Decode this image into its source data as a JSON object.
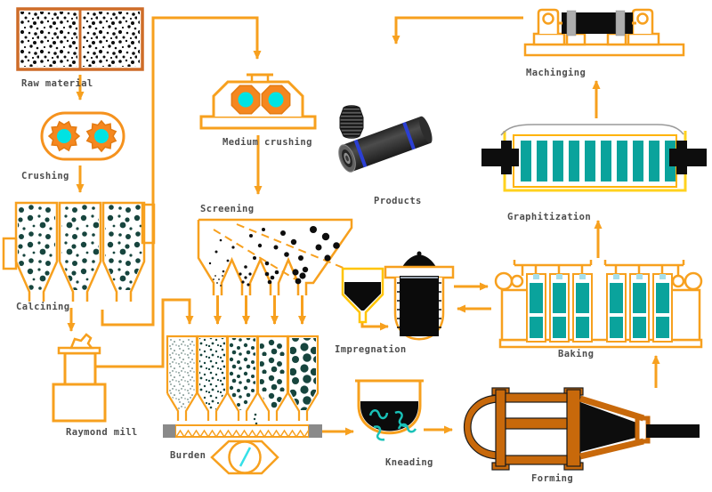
{
  "diagram": {
    "stages": [
      {
        "id": "raw-material",
        "label": "Raw material"
      },
      {
        "id": "crushing",
        "label": "Crushing"
      },
      {
        "id": "calcining",
        "label": "Calcining"
      },
      {
        "id": "raymond-mill",
        "label": "Raymond mill"
      },
      {
        "id": "medium-crushing",
        "label": "Medium crushing"
      },
      {
        "id": "screening",
        "label": "Screening"
      },
      {
        "id": "burden",
        "label": "Burden"
      },
      {
        "id": "kneading",
        "label": "Kneading"
      },
      {
        "id": "forming",
        "label": "Forming"
      },
      {
        "id": "baking",
        "label": "Baking"
      },
      {
        "id": "impregnation",
        "label": "Impregnation"
      },
      {
        "id": "graphitization",
        "label": "Graphitization"
      },
      {
        "id": "machinging",
        "label": "Machinging"
      },
      {
        "id": "products",
        "label": "Products"
      }
    ],
    "arrows": [
      {
        "from": "Raw material",
        "to": "Crushing"
      },
      {
        "from": "Crushing",
        "to": "Calcining"
      },
      {
        "from": "Calcining",
        "to": "Raymond mill"
      },
      {
        "from": "Calcining",
        "to": "Medium crushing"
      },
      {
        "from": "Medium crushing",
        "to": "Screening"
      },
      {
        "from": "Screening",
        "to": "Burden",
        "lines": 4
      },
      {
        "from": "Raymond mill",
        "to": "Burden"
      },
      {
        "from": "Burden",
        "to": "Kneading"
      },
      {
        "from": "Kneading",
        "to": "Forming"
      },
      {
        "from": "Forming",
        "to": "Baking"
      },
      {
        "from": "Baking",
        "to": "Impregnation"
      },
      {
        "from": "Impregnation",
        "to": "Baking"
      },
      {
        "from": "Baking",
        "to": "Graphitization"
      },
      {
        "from": "Graphitization",
        "to": "Machinging"
      },
      {
        "from": "Machinging",
        "to": "Products"
      }
    ],
    "colors": {
      "line_orange": "#F7A01E",
      "box_brown": "#CE6C28",
      "machine_orange": "#F5871F",
      "cyan": "#00E3E3",
      "teal_bar": "#0AA39C",
      "dark_teal_dots": "#17453E",
      "forming_dark_orange": "#C8690B",
      "graphitization_yellow": "#FFD21E",
      "black": "#0D0D0D",
      "label_gray": "#4D4D4D",
      "blue_ring": "#2B3FD4"
    }
  }
}
